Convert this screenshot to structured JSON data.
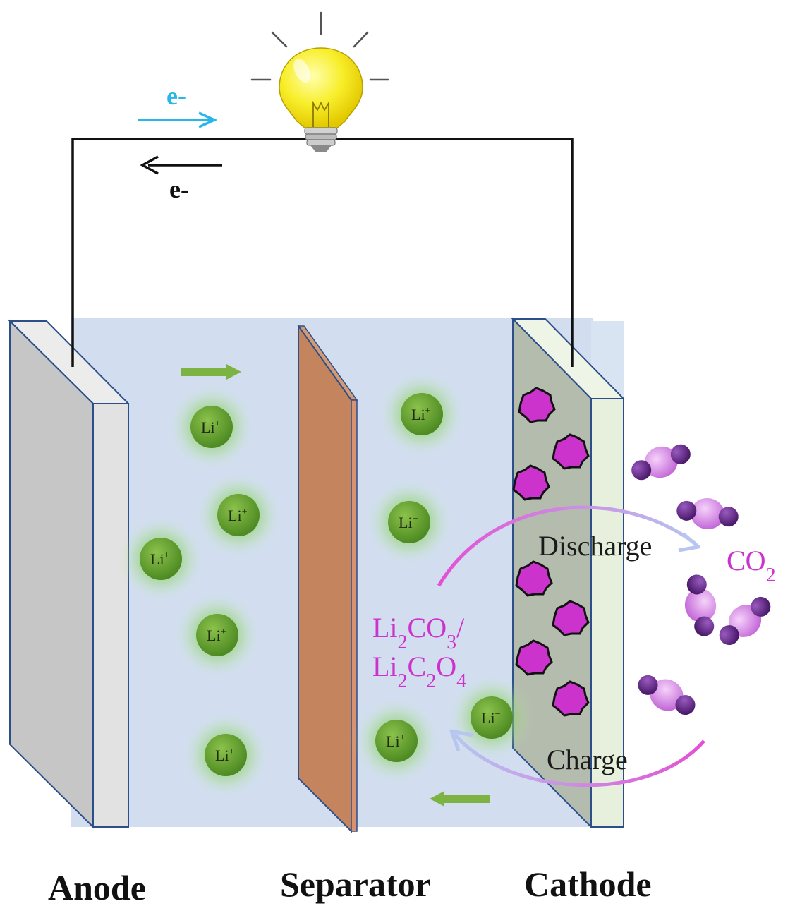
{
  "labels": {
    "anode": "Anode",
    "separator": "Separator",
    "cathode": "Cathode",
    "electron_top": "e-",
    "electron_bottom": "e-",
    "discharge": "Discharge",
    "charge": "Charge"
  },
  "formulas": {
    "co2": {
      "main": "CO",
      "sub": "2"
    },
    "product_line1": [
      {
        "t": "Li",
        "sub": false
      },
      {
        "t": "2",
        "sub": true
      },
      {
        "t": "CO",
        "sub": false
      },
      {
        "t": "3",
        "sub": true
      },
      {
        "t": "/",
        "sub": false
      }
    ],
    "product_line2": [
      {
        "t": "Li",
        "sub": false
      },
      {
        "t": "2",
        "sub": true
      },
      {
        "t": "C",
        "sub": false
      },
      {
        "t": "2",
        "sub": true
      },
      {
        "t": "O",
        "sub": false
      },
      {
        "t": "4",
        "sub": true
      }
    ]
  },
  "ions": [
    {
      "base": "Li",
      "charge": "+"
    },
    {
      "base": "Li",
      "charge": "+"
    },
    {
      "base": "Li",
      "charge": "+"
    },
    {
      "base": "Li",
      "charge": "+"
    },
    {
      "base": "Li",
      "charge": "+"
    },
    {
      "base": "Li",
      "charge": "+"
    },
    {
      "base": "Li",
      "charge": "+"
    },
    {
      "base": "Li",
      "charge": "−"
    },
    {
      "base": "Li",
      "charge": "+"
    }
  ],
  "colors": {
    "electrolyte": "#d2def0",
    "wire": "#111111",
    "electron_flow_discharge": "#29b6e8",
    "electron_flow_charge": "#111111",
    "ion_flow": "#7cb342",
    "ion": "#5f9a2c",
    "anode_face": "#c6c6c6",
    "separator": "#c4855e",
    "cathode_face": "#b4bcae",
    "cathode_side": "#e6f0dc",
    "product": "#cc33cc",
    "co2_carbon": "#d68ae6",
    "co2_oxygen": "#6a2a8a",
    "reaction_label": "#cc33cc",
    "bulb": "#f5ec1e"
  }
}
